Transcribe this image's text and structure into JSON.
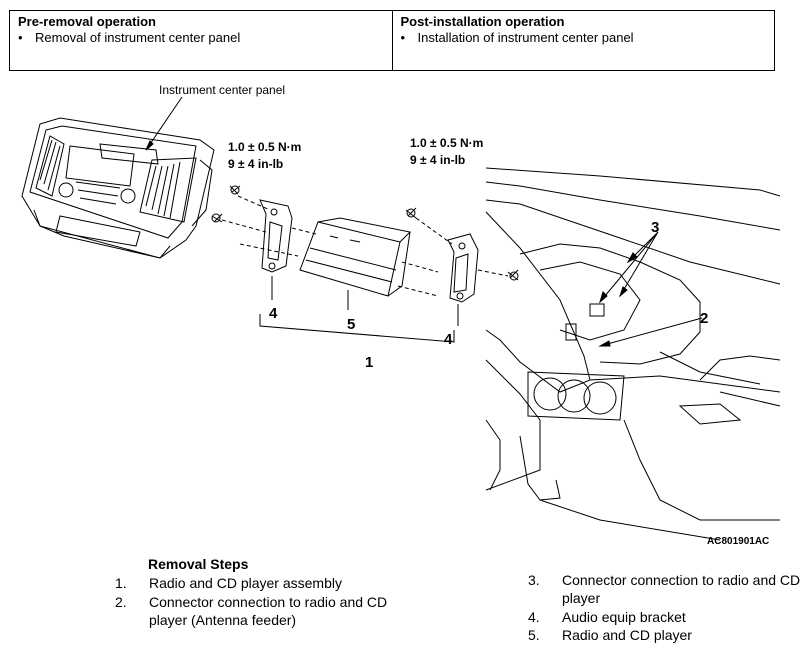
{
  "operations": {
    "pre_removal": {
      "heading": "Pre-removal operation",
      "items": [
        "Removal of instrument center panel"
      ]
    },
    "post_installation": {
      "heading": "Post-installation operation",
      "items": [
        "Installation of instrument center panel"
      ]
    },
    "bullet": "•"
  },
  "figure": {
    "panel_label": "Instrument center panel",
    "torque_left": {
      "metric": "1.0 ± 0.5 N·m",
      "imperial": "9 ± 4 in-lb"
    },
    "torque_right": {
      "metric": "1.0 ± 0.5 N·m",
      "imperial": "9 ± 4 in-lb"
    },
    "callouts": {
      "bracket_left": "4",
      "player": "5",
      "bracket_right": "4",
      "assembly": "1",
      "connector_radio": "3",
      "connector_antenna": "2"
    },
    "figure_code": "AC801901AC"
  },
  "removal_steps": {
    "title": "Removal Steps",
    "steps": [
      {
        "num": "1.",
        "text": "Radio and CD player assembly"
      },
      {
        "num": "2.",
        "text": "Connector connection to radio and CD player (Antenna feeder)"
      },
      {
        "num": "3.",
        "text": "Connector connection to radio and CD player"
      },
      {
        "num": "4.",
        "text": "Audio equip bracket"
      },
      {
        "num": "5.",
        "text": "Radio and CD player"
      }
    ]
  }
}
